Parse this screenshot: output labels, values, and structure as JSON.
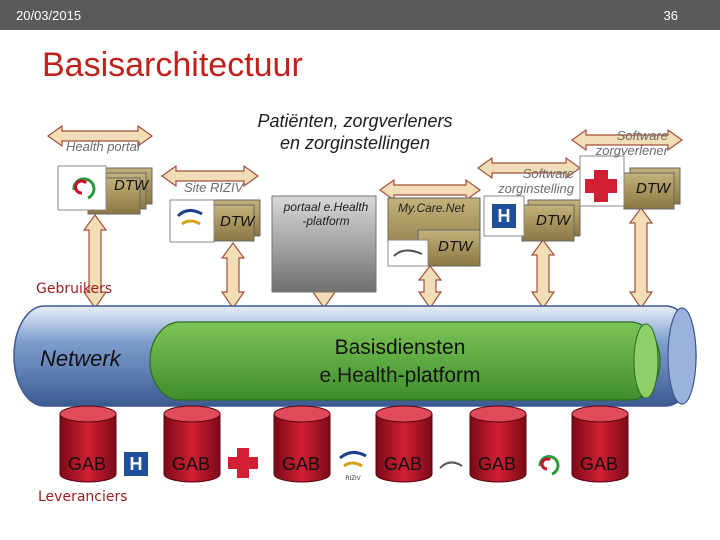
{
  "header": {
    "date": "20/03/2015",
    "page_number": "36"
  },
  "title": "Basisarchitectuur",
  "top_labels": {
    "health_portal": "Health portal",
    "site_riziv": "Site RIZIV",
    "center_line1": "Patiënten, zorgverleners",
    "center_line2": "en zorginstellingen",
    "portaal_line1": "portaal e.Health",
    "portaal_line2": "-platform",
    "mycarenet": "My.Care.Net",
    "software_zorginstelling_line1": "Software",
    "software_zorginstelling_line2": "zorginstelling",
    "software_zorgverlener_line1": "Software",
    "software_zorgverlener_line2": "zorgverlener"
  },
  "dtw_label": "DTW",
  "side_labels": {
    "gebruikers": "Gebruikers",
    "leveranciers": "Leveranciers"
  },
  "network": {
    "netwerk": "Netwerk",
    "basis_line1": "Basisdiensten",
    "basis_line2_brand": "e.Health",
    "basis_line2_rest": "-platform"
  },
  "gab_label": "GAB",
  "colors": {
    "title": "#c0211b",
    "topbar": "#5a5a5a",
    "pipe": "#6d8fc6",
    "pipe_inner": "#55a83a",
    "arrow_fill": "#f1ddb6",
    "arrow_stroke": "#a4513a",
    "gab_cylinder": "#c8102e",
    "dtw_box": "#a08d53",
    "side_label": "#9c1e1e"
  },
  "icons": [
    "riziv-logo",
    "hospital-h-icon",
    "pharmacy-cross-icon",
    "curl-logo",
    "mycarenet-logo"
  ]
}
